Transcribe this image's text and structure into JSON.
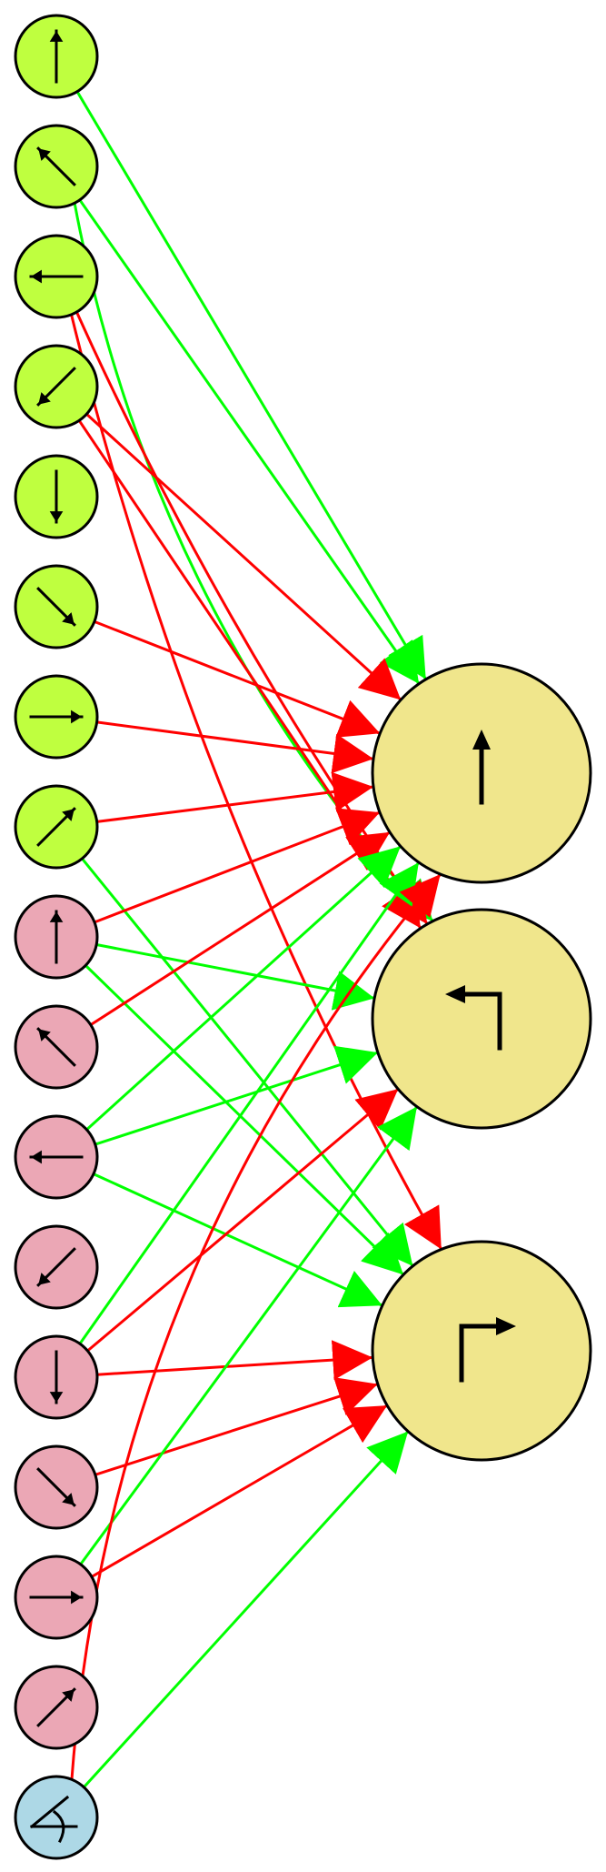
{
  "colors": {
    "input_green": "#bfff3f",
    "input_pink": "#eba7b5",
    "input_blue": "#add8e6",
    "output_yellow": "#f0e68c",
    "excitatory": "#00ff00",
    "inhibitory": "#ff0000",
    "outline": "#000000"
  },
  "input_nodes": [
    {
      "id": "g0",
      "group": "green",
      "icon": "arrow-up-icon"
    },
    {
      "id": "g1",
      "group": "green",
      "icon": "arrow-up-left-icon"
    },
    {
      "id": "g2",
      "group": "green",
      "icon": "arrow-left-icon"
    },
    {
      "id": "g3",
      "group": "green",
      "icon": "arrow-down-left-icon"
    },
    {
      "id": "g4",
      "group": "green",
      "icon": "arrow-down-icon"
    },
    {
      "id": "g5",
      "group": "green",
      "icon": "arrow-down-right-icon"
    },
    {
      "id": "g6",
      "group": "green",
      "icon": "arrow-right-icon"
    },
    {
      "id": "g7",
      "group": "green",
      "icon": "arrow-up-right-icon"
    },
    {
      "id": "p0",
      "group": "pink",
      "icon": "arrow-up-icon"
    },
    {
      "id": "p1",
      "group": "pink",
      "icon": "arrow-up-left-icon"
    },
    {
      "id": "p2",
      "group": "pink",
      "icon": "arrow-left-icon"
    },
    {
      "id": "p3",
      "group": "pink",
      "icon": "arrow-down-left-icon"
    },
    {
      "id": "p4",
      "group": "pink",
      "icon": "arrow-down-icon"
    },
    {
      "id": "p5",
      "group": "pink",
      "icon": "arrow-down-right-icon"
    },
    {
      "id": "p6",
      "group": "pink",
      "icon": "arrow-right-icon"
    },
    {
      "id": "p7",
      "group": "pink",
      "icon": "arrow-up-right-icon"
    },
    {
      "id": "b0",
      "group": "blue",
      "icon": "angle-icon"
    }
  ],
  "output_nodes": [
    {
      "id": "o0",
      "icon": "straight-up-icon"
    },
    {
      "id": "o1",
      "icon": "turn-left-icon"
    },
    {
      "id": "o2",
      "icon": "turn-right-icon"
    }
  ],
  "edges": [
    {
      "from": "g0",
      "to": "o0",
      "sign": "excitatory",
      "curve": 0
    },
    {
      "from": "g1",
      "to": "o0",
      "sign": "excitatory",
      "curve": 0
    },
    {
      "from": "g1",
      "to": "o1",
      "sign": "excitatory",
      "curve": 0.12
    },
    {
      "from": "g2",
      "to": "o1",
      "sign": "inhibitory",
      "curve": 0.04
    },
    {
      "from": "g2",
      "to": "o2",
      "sign": "inhibitory",
      "curve": 0.06
    },
    {
      "from": "g3",
      "to": "o0",
      "sign": "inhibitory",
      "curve": 0
    },
    {
      "from": "g3",
      "to": "o1",
      "sign": "inhibitory",
      "curve": 0
    },
    {
      "from": "g5",
      "to": "o0",
      "sign": "inhibitory",
      "curve": 0
    },
    {
      "from": "g6",
      "to": "o0",
      "sign": "inhibitory",
      "curve": 0
    },
    {
      "from": "g7",
      "to": "o0",
      "sign": "inhibitory",
      "curve": 0
    },
    {
      "from": "g7",
      "to": "o2",
      "sign": "excitatory",
      "curve": 0
    },
    {
      "from": "p0",
      "to": "o0",
      "sign": "inhibitory",
      "curve": 0
    },
    {
      "from": "p0",
      "to": "o1",
      "sign": "excitatory",
      "curve": 0
    },
    {
      "from": "p0",
      "to": "o2",
      "sign": "excitatory",
      "curve": 0
    },
    {
      "from": "p1",
      "to": "o0",
      "sign": "inhibitory",
      "curve": 0
    },
    {
      "from": "p2",
      "to": "o0",
      "sign": "excitatory",
      "curve": 0
    },
    {
      "from": "p2",
      "to": "o1",
      "sign": "excitatory",
      "curve": 0
    },
    {
      "from": "p2",
      "to": "o2",
      "sign": "excitatory",
      "curve": 0
    },
    {
      "from": "p4",
      "to": "o0",
      "sign": "excitatory",
      "curve": 0
    },
    {
      "from": "p4",
      "to": "o1",
      "sign": "inhibitory",
      "curve": 0
    },
    {
      "from": "p4",
      "to": "o2",
      "sign": "inhibitory",
      "curve": 0
    },
    {
      "from": "p5",
      "to": "o2",
      "sign": "inhibitory",
      "curve": 0
    },
    {
      "from": "p6",
      "to": "o1",
      "sign": "excitatory",
      "curve": 0
    },
    {
      "from": "p6",
      "to": "o2",
      "sign": "inhibitory",
      "curve": 0
    },
    {
      "from": "b0",
      "to": "o0",
      "sign": "inhibitory",
      "curve": -0.14
    },
    {
      "from": "b0",
      "to": "o2",
      "sign": "excitatory",
      "curve": 0
    }
  ]
}
